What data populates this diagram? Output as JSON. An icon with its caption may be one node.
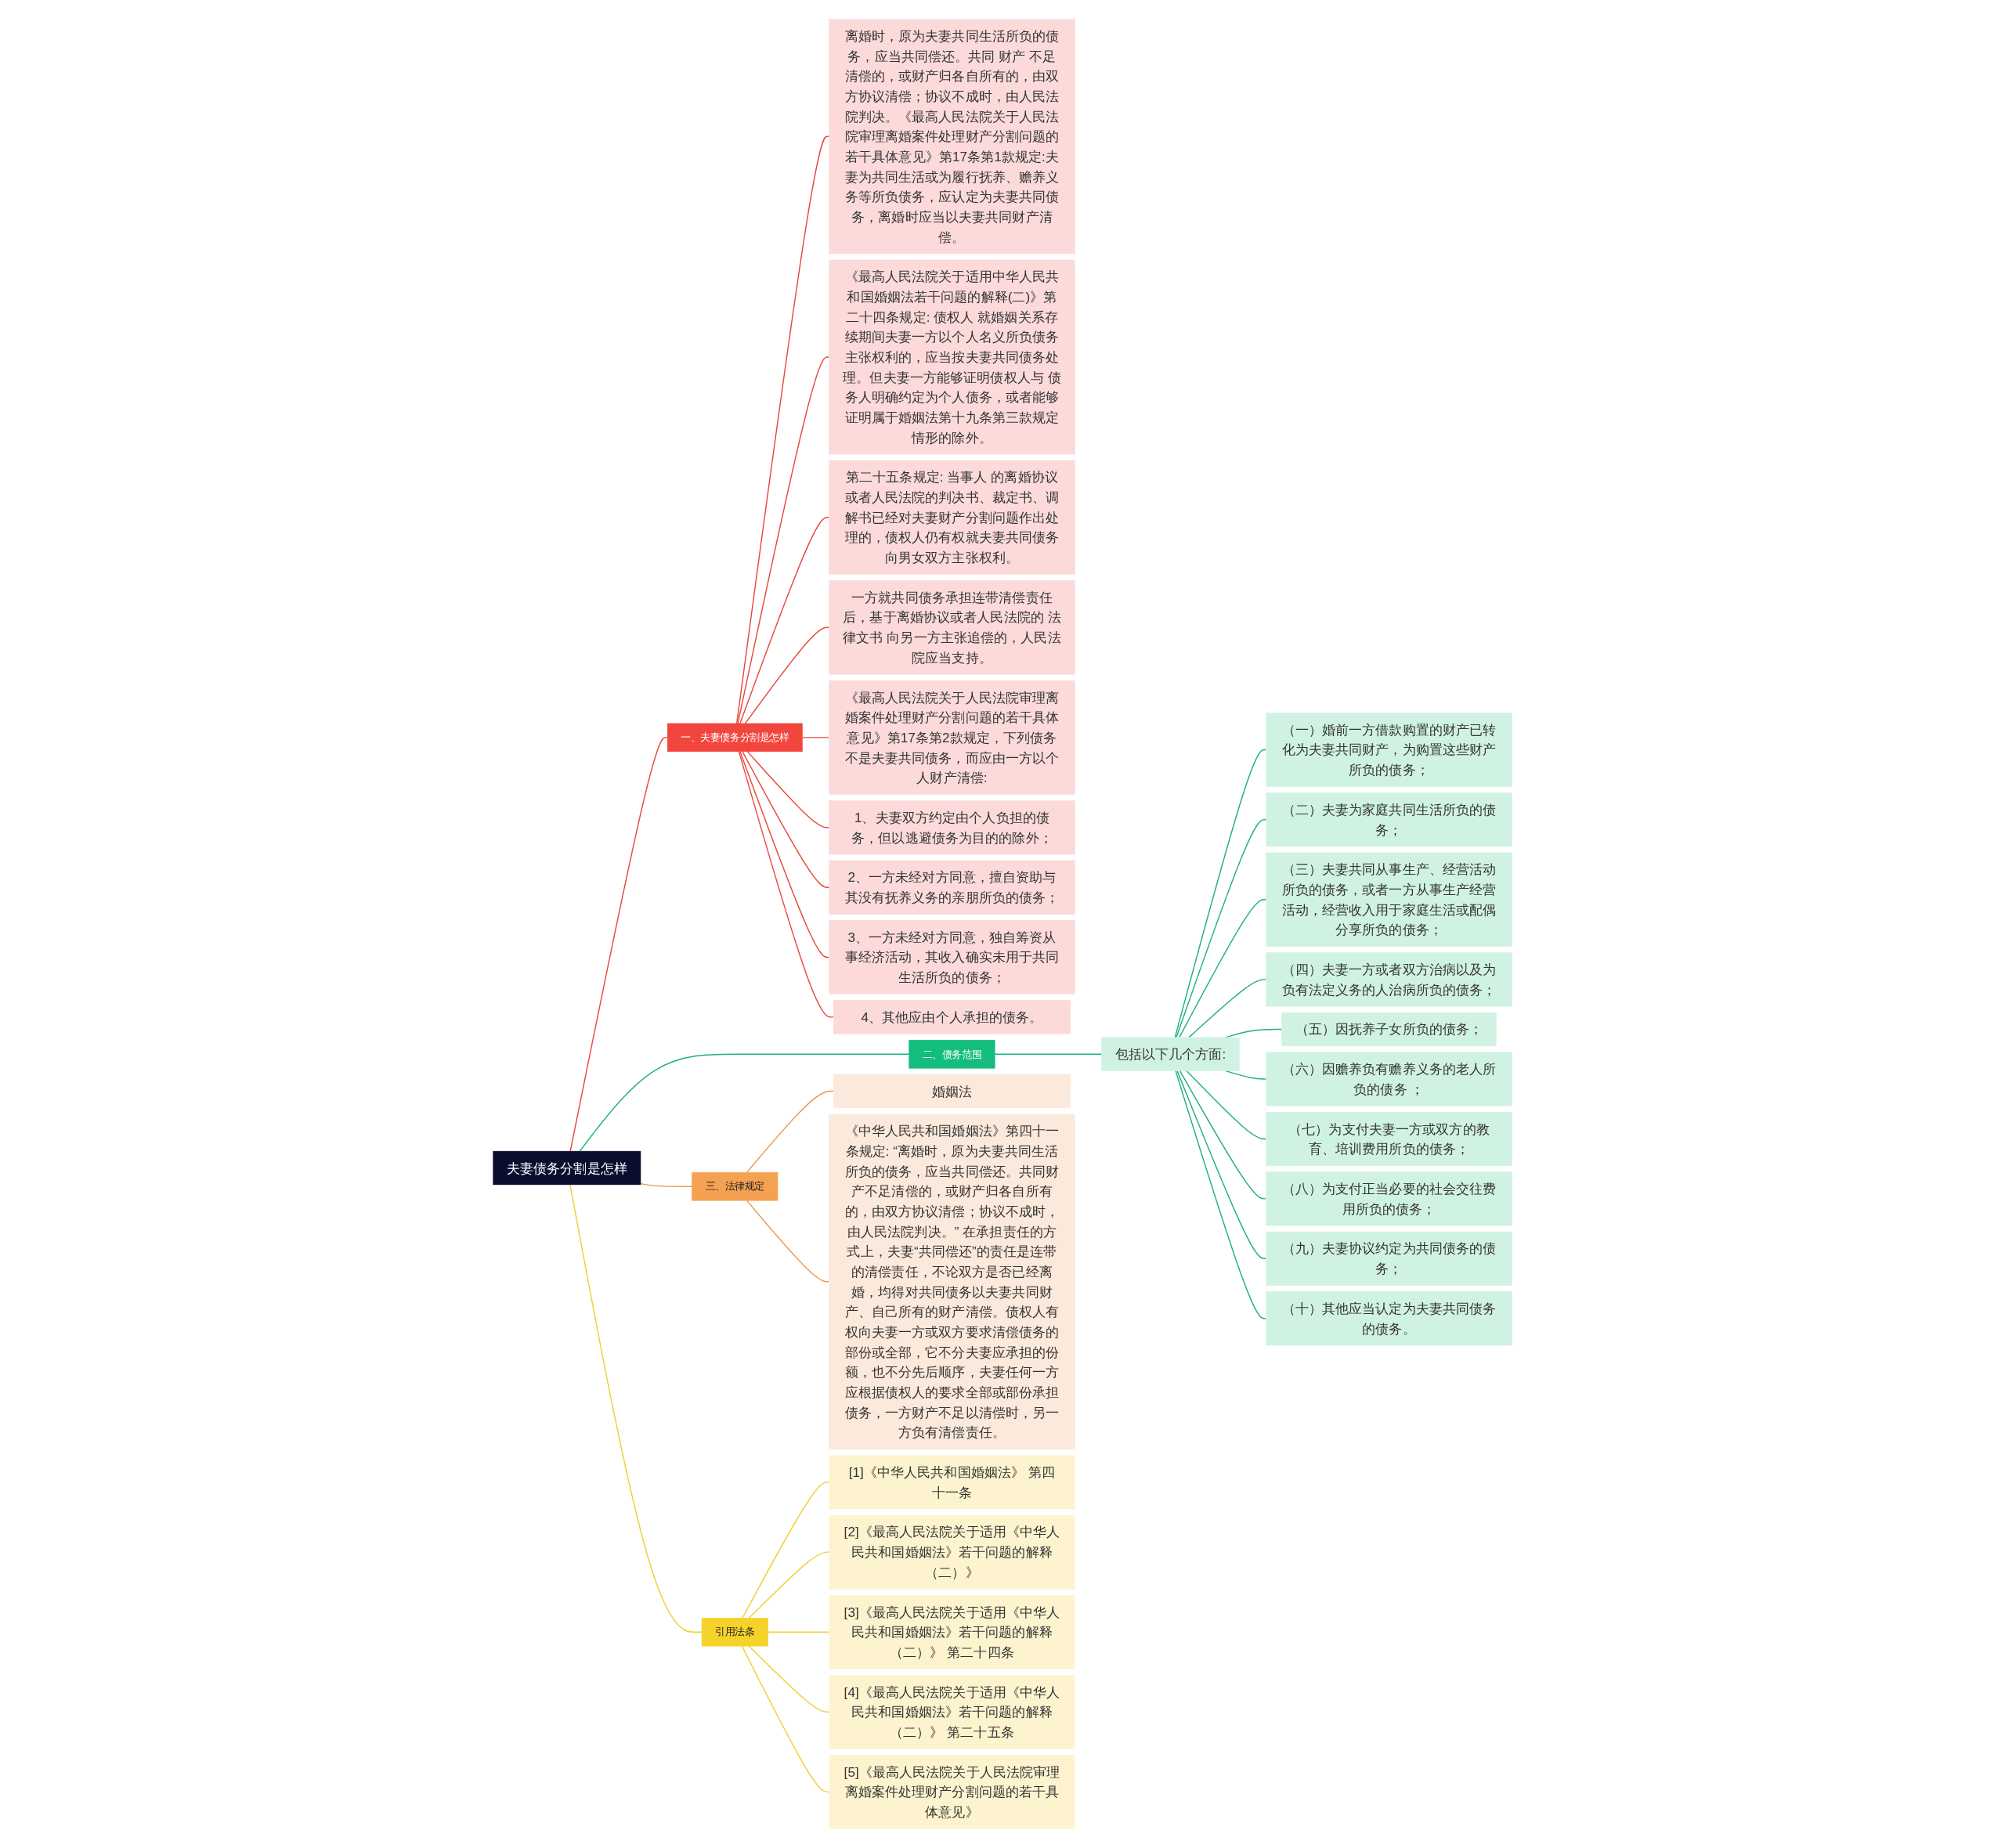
{
  "diagram": {
    "nodes": [
      {
        "text": [
          "夫妻债务分割是怎样"
        ]
      },
      {
        "text": [
          "一、夫妻债务分割是怎样"
        ]
      },
      {
        "text": [
          "离婚时，原为夫妻共同生活所负的债务，应当共同偿还。共同 财产 不足清偿的，或财产归各自所有的，由双方协议清偿；协议不成时，由人民法院判决。《最高人民法院关于人民法院审理离婚案件处理财产分割问题的若干具体意见》第17条第1款规定:夫妻为共同生活或为履行抚养、赡养义务等所负债务，应认定为夫妻共同债务，离婚时应当以夫妻共同财产清偿。"
        ]
      },
      {
        "text": [
          "《最高人民法院关于适用中华人民共和国婚姻法若干问题的解释(二)》第二十四条规定: 债权人 就婚姻关系存续期间夫妻一方以个人名义所负债务主张权利的，应当按夫妻共同债务处理。但夫妻一方能够证明债权人与 债务人明确约定为个人债务，或者能够证明属于婚姻法第十九条第三款规定情形的除外。"
        ]
      },
      {
        "text": [
          "第二十五条规定: 当事人 的离婚协议或者人民法院的判决书、裁定书、调解书已经对夫妻财产分割问题作出处理的，债权人仍有权就夫妻共同债务向男女双方主张权利。"
        ]
      },
      {
        "text": [
          "一方就共同债务承担连带清偿责任后，基于离婚协议或者人民法院的 法律文书 向另一方主张追偿的，人民法院应当支持。"
        ]
      },
      {
        "text": [
          "《最高人民法院关于人民法院审理离婚案件处理财产分割问题的若干具体意见》第17条第2款规定，下列债务不是夫妻共同债务，而应由一方以个人财产清偿:"
        ]
      },
      {
        "text": [
          "1、夫妻双方约定由个人负担的债务，但以逃避债务为目的的除外；"
        ]
      },
      {
        "text": [
          "2、一方未经对方同意，擅自资助与其没有抚养义务的亲朋所负的债务；"
        ]
      },
      {
        "text": [
          "3、一方未经对方同意，独自筹资从事经济活动，其收入确实未用于共同生活所负的债务；"
        ]
      },
      {
        "text": [
          "4、其他应由个人承担的债务。"
        ]
      },
      {
        "text": [
          "二、债务范围"
        ]
      },
      {
        "text": [
          "包括以下几个方面:"
        ]
      },
      {
        "text": [
          "（一）婚前一方借款购置的财产已转化为夫妻共同财产，为购置这些财产所负的债务；"
        ]
      },
      {
        "text": [
          "（二）夫妻为家庭共同生活所负的债务；"
        ]
      },
      {
        "text": [
          "（三）夫妻共同从事生产、经营活动所负的债务，或者一方从事生产经营活动，经营收入用于家庭生活或配偶分享所负的债务；"
        ]
      },
      {
        "text": [
          "（四）夫妻一方或者双方治病以及为负有法定义务的人治病所负的债务；"
        ]
      },
      {
        "text": [
          "（五）因抚养子女所负的债务；"
        ]
      },
      {
        "text": [
          "（六）因赡养负有赡养义务的老人所负的债务 ；"
        ]
      },
      {
        "text": [
          "（七）为支付夫妻一方或双方的教育、培训费用所负的债务；"
        ]
      },
      {
        "text": [
          "（八）为支付正当必要的社会交往费用所负的债务；"
        ]
      },
      {
        "text": [
          "（九）夫妻协议约定为共同债务的债务；"
        ]
      },
      {
        "text": [
          "（十）其他应当认定为夫妻共同债务的债务。"
        ]
      },
      {
        "text": [
          "三、法律规定"
        ]
      },
      {
        "text": [
          "婚姻法"
        ]
      },
      {
        "text": [
          "《中华人民共和国婚姻法》第四十一条规定: “离婚时，原为夫妻共同生活所负的债务，应当共同偿还。共同财产不足清偿的，或财产归各自所有的，由双方协议清偿；协议不成时，由人民法院判决。” 在承担责任的方式上，夫妻“共同偿还”的责任是连带的清偿责任，不论双方是否已经离婚，均得对共同债务以夫妻共同财产、自己所有的财产清偿。债权人有权向夫妻一方或双方要求清偿债务的部份或全部，它不分夫妻应承担的份额，也不分先后顺序，夫妻任何一方应根据债权人的要求全部或部份承担债务，一方财产不足以清偿时，另一方负有清偿责任。"
        ]
      },
      {
        "text": [
          "引用法条"
        ]
      },
      {
        "text": [
          "[1]《中华人民共和国婚姻法》 第四十一条"
        ]
      },
      {
        "text": [
          "[2]《最高人民法院关于适用《中华人民共和国婚姻法》若干问题的解释（二）》"
        ]
      },
      {
        "text": [
          "[3]《最高人民法院关于适用《中华人民共和国婚姻法》若干问题的解释（二）》 第二十四条"
        ]
      },
      {
        "text": [
          "[4]《最高人民法院关于适用《中华人民共和国婚姻法》若干问题的解释（二）》 第二十五条"
        ]
      },
      {
        "text": [
          "[5]《最高人民法院关于人民法院审理离婚案件处理财产分割问题的若干具体意见》"
        ]
      }
    ],
    "edges": [
      {
        "from": 0,
        "to": 1,
        "arrow": "none",
        "color": "#e8463c"
      },
      {
        "from": 1,
        "to": 2,
        "arrow": "none",
        "color": "#e8463c"
      },
      {
        "from": 1,
        "to": 3,
        "arrow": "none",
        "color": "#e8463c"
      },
      {
        "from": 1,
        "to": 4,
        "arrow": "none",
        "color": "#e8463c"
      },
      {
        "from": 1,
        "to": 5,
        "arrow": "none",
        "color": "#e8463c"
      },
      {
        "from": 1,
        "to": 6,
        "arrow": "none",
        "color": "#e8463c"
      },
      {
        "from": 1,
        "to": 7,
        "arrow": "none",
        "color": "#e8463c"
      },
      {
        "from": 1,
        "to": 8,
        "arrow": "none",
        "color": "#e8463c"
      },
      {
        "from": 1,
        "to": 9,
        "arrow": "none",
        "color": "#e8463c"
      },
      {
        "from": 1,
        "to": 10,
        "arrow": "none",
        "color": "#e8463c"
      },
      {
        "from": 0,
        "to": 11,
        "arrow": "none",
        "color": "#1db17a"
      },
      {
        "from": 11,
        "to": 12,
        "arrow": "none",
        "color": "#1db17a"
      },
      {
        "from": 12,
        "to": 13,
        "arrow": "none",
        "color": "#1db17a"
      },
      {
        "from": 12,
        "to": 14,
        "arrow": "none",
        "color": "#1db17a"
      },
      {
        "from": 12,
        "to": 15,
        "arrow": "none",
        "color": "#1db17a"
      },
      {
        "from": 12,
        "to": 16,
        "arrow": "none",
        "color": "#1db17a"
      },
      {
        "from": 12,
        "to": 17,
        "arrow": "none",
        "color": "#1db17a"
      },
      {
        "from": 12,
        "to": 18,
        "arrow": "none",
        "color": "#1db17a"
      },
      {
        "from": 12,
        "to": 19,
        "arrow": "none",
        "color": "#1db17a"
      },
      {
        "from": 12,
        "to": 20,
        "arrow": "none",
        "color": "#1db17a"
      },
      {
        "from": 12,
        "to": 21,
        "arrow": "none",
        "color": "#1db17a"
      },
      {
        "from": 12,
        "to": 22,
        "arrow": "none",
        "color": "#1db17a"
      },
      {
        "from": 0,
        "to": 23,
        "arrow": "none",
        "color": "#e89a50"
      },
      {
        "from": 23,
        "to": 24,
        "arrow": "none",
        "color": "#e89a50"
      },
      {
        "from": 23,
        "to": 25,
        "arrow": "none",
        "color": "#e89a50"
      },
      {
        "from": 0,
        "to": 26,
        "arrow": "none",
        "color": "#efcf2e"
      },
      {
        "from": 26,
        "to": 27,
        "arrow": "none",
        "color": "#efcf2e"
      },
      {
        "from": 26,
        "to": 28,
        "arrow": "none",
        "color": "#efcf2e"
      },
      {
        "from": 26,
        "to": 29,
        "arrow": "none",
        "color": "#efcf2e"
      },
      {
        "from": 26,
        "to": 30,
        "arrow": "none",
        "color": "#efcf2e"
      },
      {
        "from": 26,
        "to": 31,
        "arrow": "none",
        "color": "#efcf2e"
      }
    ]
  }
}
